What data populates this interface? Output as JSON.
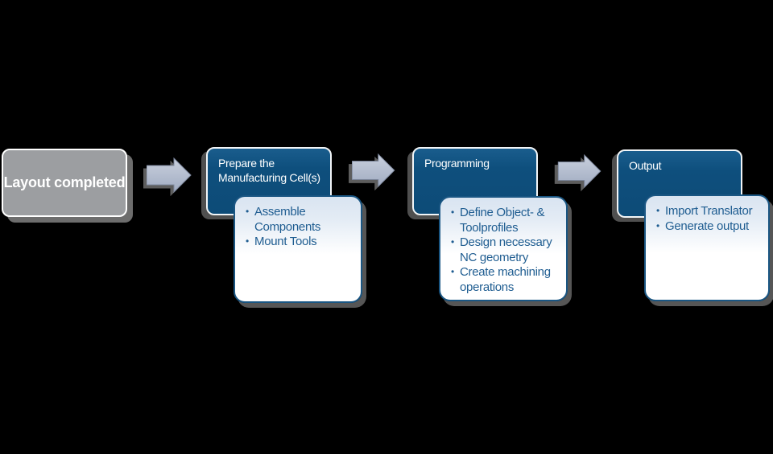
{
  "diagram": {
    "background": "#000000",
    "start": {
      "label": "Layout completed"
    },
    "steps": [
      {
        "title": "Prepare the Manufacturing Cell(s)",
        "bullets": [
          "Assemble Components",
          "Mount Tools"
        ]
      },
      {
        "title": "Programming",
        "bullets": [
          "Define Object- & Toolprofiles",
          "Design necessary NC geometry",
          "Create machining operations"
        ]
      },
      {
        "title": "Output",
        "bullets": [
          "Import Translator",
          "Generate output"
        ]
      }
    ],
    "colors": {
      "step_header_bg": "#0e4f7d",
      "start_box_bg": "#9c9ea1",
      "detail_border": "#1a5683",
      "bullet_text": "#1f5d91",
      "arrow_fill": "#b6bfd2",
      "header_text": "#ffffff"
    }
  }
}
